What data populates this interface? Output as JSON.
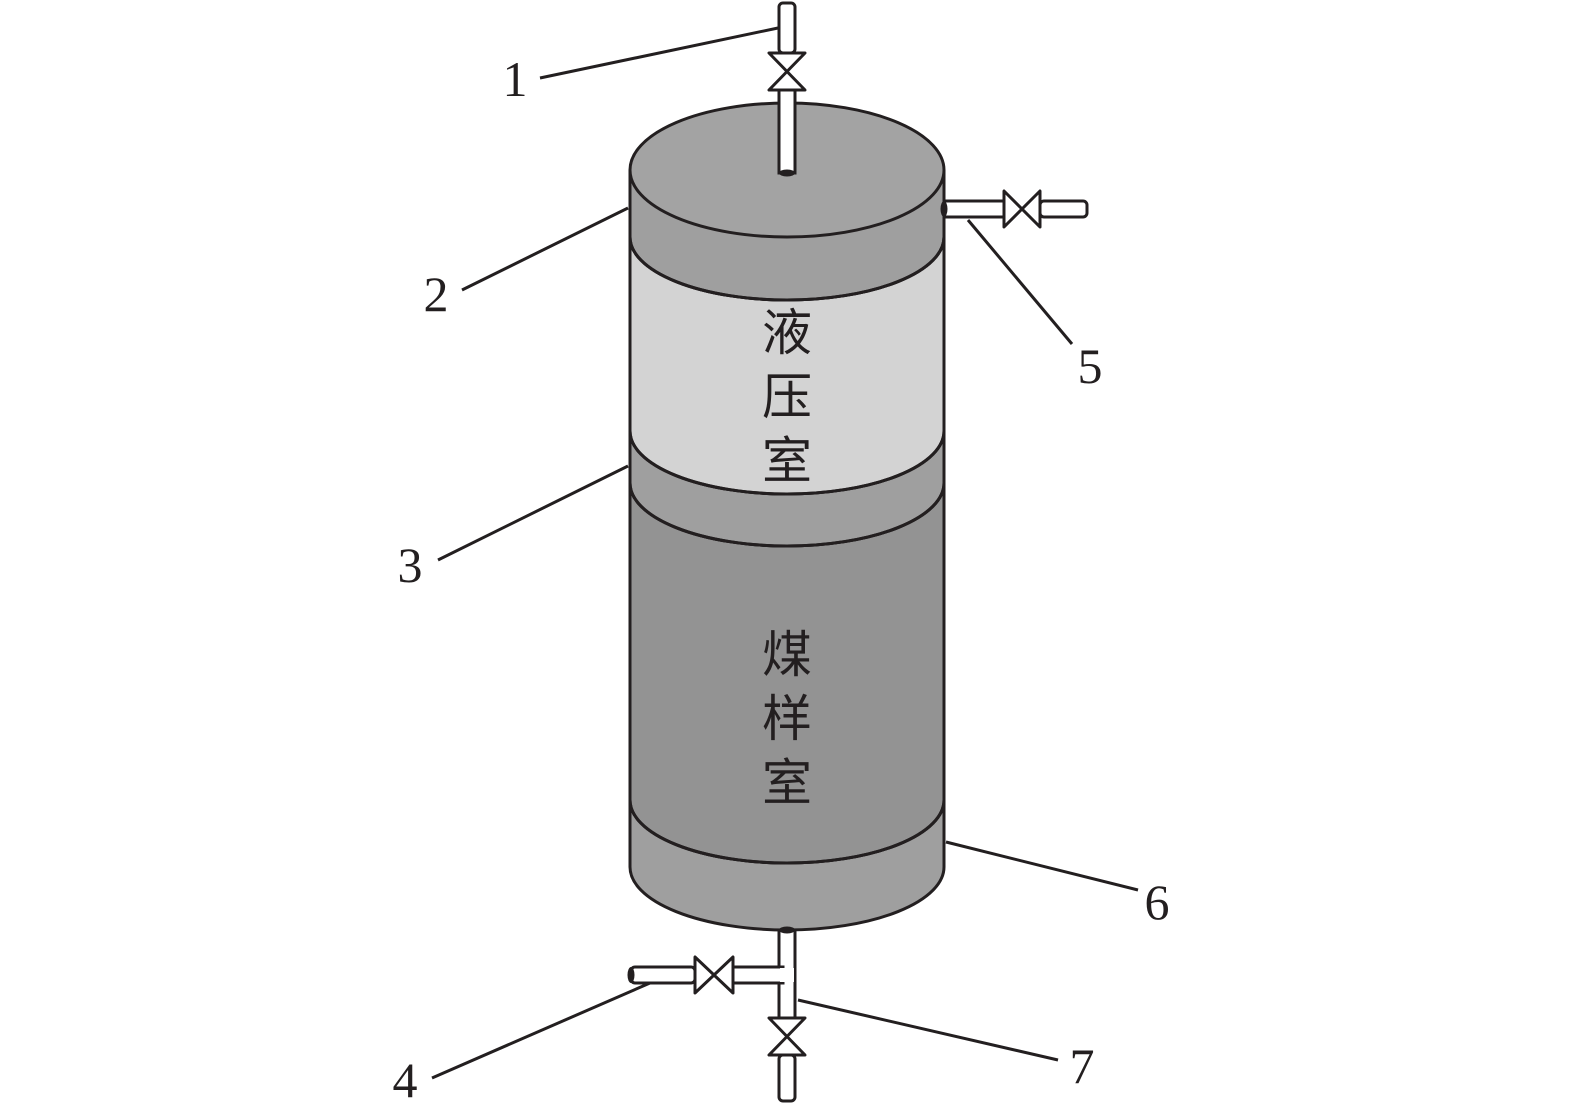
{
  "diagram": {
    "chambers": {
      "hydraulic": [
        "液",
        "压",
        "室"
      ],
      "coal_sample": [
        "煤",
        "样",
        "室"
      ]
    },
    "labels": [
      "1",
      "2",
      "3",
      "4",
      "5",
      "6",
      "7"
    ],
    "colors": {
      "outline": "#231f20",
      "end_cap": "#9f9f9f",
      "cap_top_face": "#a3a3a3",
      "hydraulic_chamber": "#d3d3d3",
      "coal_chamber": "#939393",
      "pipe": "#ffffff"
    }
  }
}
